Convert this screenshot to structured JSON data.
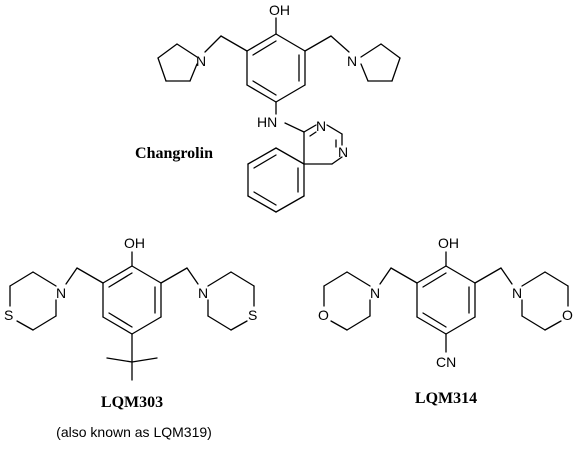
{
  "molecules": [
    {
      "name": "Changrolin",
      "atoms": {
        "oh": "OH",
        "n_pyr_left": "N",
        "n_pyr_right": "N",
        "nh": "HN",
        "n_q1": "N",
        "n_q3": "N"
      }
    },
    {
      "name": "LQM303",
      "note": "(also known as LQM319)",
      "atoms": {
        "oh": "OH",
        "n_left": "N",
        "s_left": "S",
        "n_right": "N",
        "s_right": "S"
      }
    },
    {
      "name": "LQM314",
      "atoms": {
        "oh": "OH",
        "n_left": "N",
        "o_left": "O",
        "n_right": "N",
        "o_right": "O",
        "cn": "CN"
      }
    }
  ]
}
